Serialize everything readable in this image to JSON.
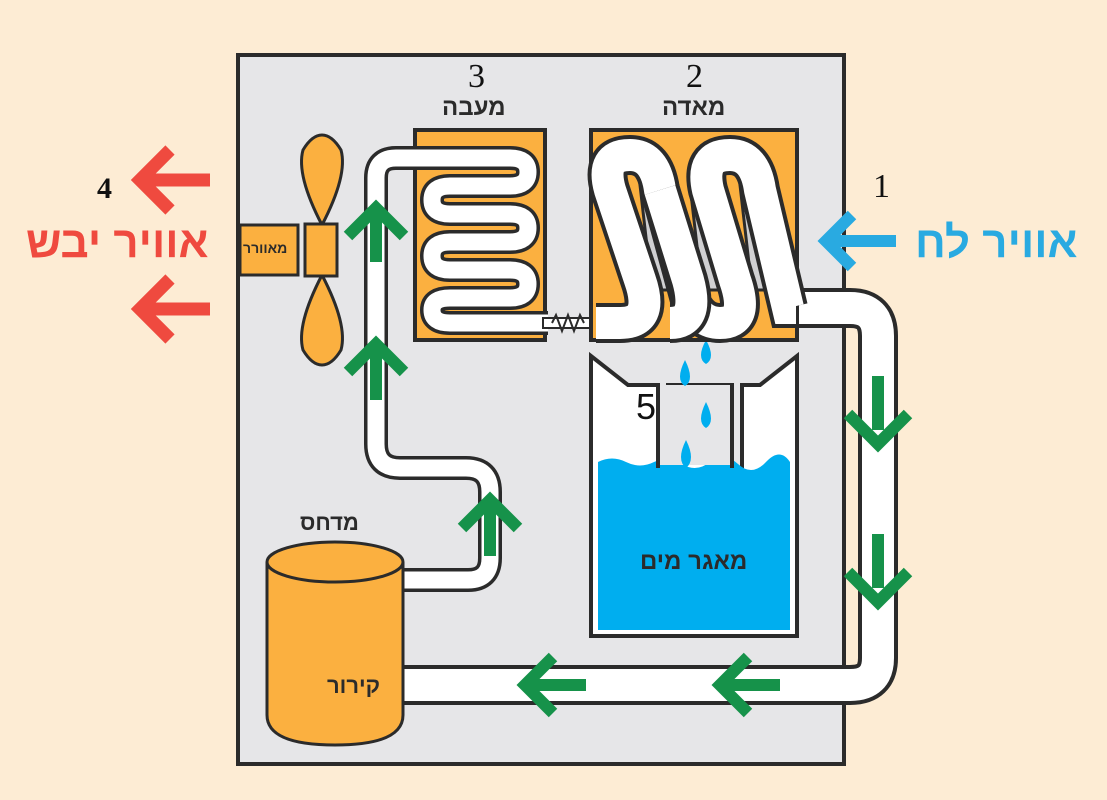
{
  "title": "Dehumidifier diagram",
  "colors": {
    "background": "#fdecd4",
    "housing": "#e6e6e8",
    "component": "#fbb040",
    "outline": "#2b2b2b",
    "pipe": "#ffffff",
    "flow_arrow": "#16924a",
    "humid_air": "#29aae1",
    "dry_air": "#ef4a3f",
    "water": "#00aeef"
  },
  "labels": {
    "humid_air": "אוויר לח",
    "dry_air": "אוויר יבש",
    "evaporator": "מאדה",
    "condenser": "מעבה",
    "fan": "מאוורר",
    "compressor": "מדחס",
    "refrigerant": "קירור",
    "water_tank": "מאגר מים"
  },
  "numbers": {
    "humid_air": "1",
    "evaporator": "2",
    "condenser": "3",
    "dry_air": "4",
    "water_tank": "5"
  }
}
